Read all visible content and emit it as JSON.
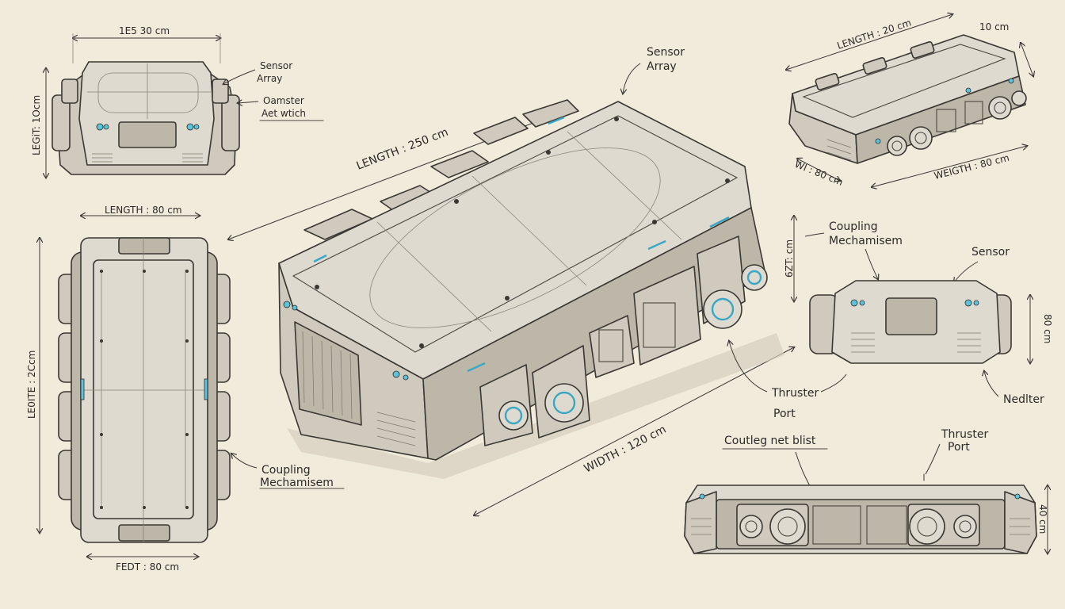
{
  "front_view": {
    "top_dimension": "1E5 30 cm",
    "side_dimension": "LEGiT: 1Ocm",
    "label_sensor_array": "Sensor\nArray",
    "label_oamster": "Oamster\nAet wtich"
  },
  "top_view": {
    "top_dimension": "LENGTH : 80 cm",
    "side_dimension": "LE0ITE : 2Ccm",
    "bottom_dimension": "FEDT : 80 cm",
    "label_coupling": "Coupling\nMechamisem"
  },
  "iso_view": {
    "label_sensor_array": "Sensor\nArray",
    "length_dimension": "LENGTH : 250 cm",
    "width_dimension": "WIDTH : 120 cm",
    "height_dimension": "6ZT: cm",
    "label_thruster_port": "Thruster\nPort"
  },
  "small_iso_view": {
    "length_dimension": "LENGTH : 20 cm",
    "top_right_dimension": "10 cm",
    "bottom_left_dimension": "WI : 80 cm",
    "bottom_right_dimension": "WEIGTH : 80 cm"
  },
  "end_view": {
    "label_coupling": "Coupling\nMechamisem",
    "label_sensor": "Sensor",
    "label_nedlter": "Nedlter",
    "side_dimension": "80 cm"
  },
  "side_view": {
    "label_coupling_list": "Coutleg net blist",
    "label_thruster_port": "Thruster\nPort",
    "side_dimension": "40 cm"
  },
  "colors": {
    "paper": "#f1ebdc",
    "ink": "#3a3833",
    "accent": "#3aa7c4"
  }
}
